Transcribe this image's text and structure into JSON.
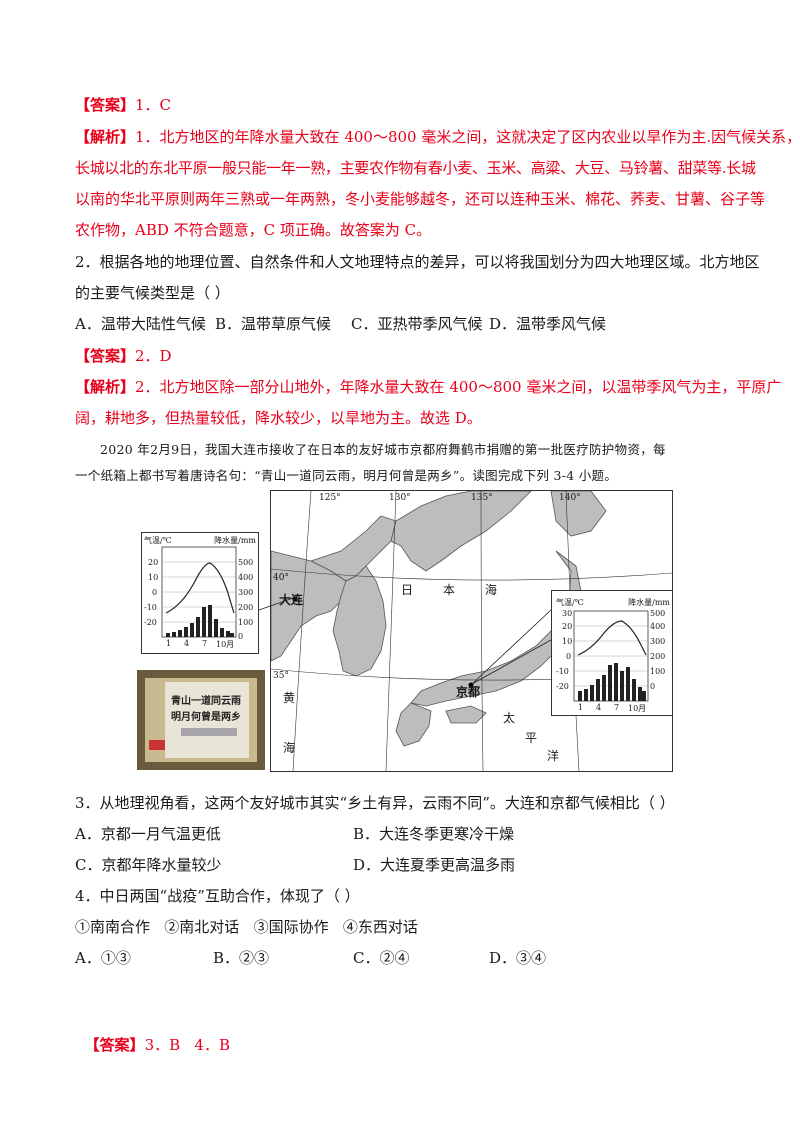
{
  "q1": {
    "answer_tag": "【答案】",
    "answer_text": "1．C",
    "analysis_tag": "【解析】",
    "analysis_lines": [
      "1．北方地区的年降水量大致在 400～800 毫米之间，这就决定了区内农业以旱作为主.因气候关系，",
      "长城以北的东北平原一般只能一年一熟，主要农作物有春小麦、玉米、高粱、大豆、马铃薯、甜菜等.长城",
      "以南的华北平原则两年三熟或一年两熟，冬小麦能够越冬，还可以连种玉米、棉花、荞麦、甘薯、谷子等",
      "农作物，ABD 不符合题意，C 项正确。故答案为 C。"
    ]
  },
  "q2": {
    "stem_lines": [
      "2．根据各地的地理位置、自然条件和人文地理特点的差异，可以将我国划分为四大地理区域。北方地区",
      "的主要气候类型是（    ）"
    ],
    "options": [
      "A．温带大陆性气候",
      "B．温带草原气候",
      "C．亚热带季风气候",
      "D．温带季风气候"
    ],
    "answer_tag": "【答案】",
    "answer_text": "2．D",
    "analysis_tag": "【解析】",
    "analysis_lines": [
      "2．北方地区除一部分山地外，年降水量大致在 400～800 毫米之间，以温带季风气为主，平原广",
      "阔，耕地多，但热量较低，降水较少，以旱地为主。故选 D。"
    ]
  },
  "passage_lines": [
    "2020 年2月9日，我国大连市接收了在日本的友好城市京都府舞鹤市捐赠的第一批医疗防护物资，每",
    "一个纸箱上都书写着唐诗名句：“青山一道同云雨，明月何曾是两乡”。读图完成下列 3-4 小题。"
  ],
  "figure": {
    "longitudes": [
      "125°",
      "130°",
      "135°",
      "140°"
    ],
    "lat_40": "40°",
    "lat_35": "35°",
    "place_dalian": "大连",
    "place_kyoto": "京都",
    "sea_japan": [
      "日",
      "本",
      "海"
    ],
    "sea_yellow": [
      "黄",
      "海"
    ],
    "ocean_pacific": [
      "太",
      "平",
      "洋"
    ],
    "chart_temp_label": "气温/℃",
    "chart_precip_label": "降水量/mm",
    "chart_temp_ticks": [
      "30",
      "20",
      "10",
      "0",
      "-10",
      "-20"
    ],
    "chart_precip_ticks": [
      "500",
      "400",
      "300",
      "200",
      "100",
      "0"
    ],
    "chart_month_ticks": [
      "1",
      "4",
      "7",
      "10月"
    ],
    "photo_text_1": "青山一道同云雨",
    "photo_text_2": "明月何曾是两乡"
  },
  "q3": {
    "stem": "3．从地理视角看，这两个友好城市其实“乡土有异，云雨不同”。大连和京都气候相比（    ）",
    "options": [
      "A．京都一月气温更低",
      "B．大连冬季更寒冷干燥",
      "C．京都年降水量较少",
      "D．大连夏季更高温多雨"
    ]
  },
  "q4": {
    "stem": "4．中日两国“战疫”互助合作，体现了（    ）",
    "items": "①南南合作   ②南北对话   ③国际协作   ④东西对话",
    "options": [
      "A．①③",
      "B．②③",
      "C．②④",
      "D．③④"
    ]
  },
  "q34_answer_tag": "【答案】",
  "q34_answer_text": "3．B   4．B",
  "colors": {
    "answer_red": "#e8001b",
    "text": "#1a1a1a"
  }
}
